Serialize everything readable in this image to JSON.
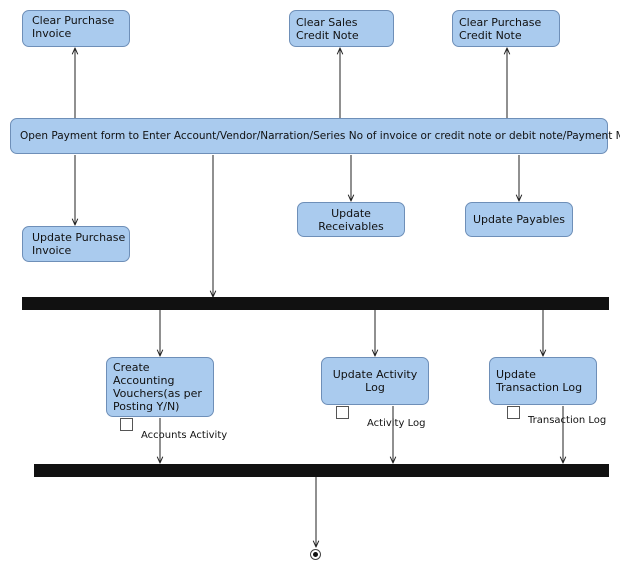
{
  "diagram": {
    "nodes": {
      "clear_purchase_invoice": "Clear Purchase Invoice",
      "clear_sales_credit_note": "Clear Sales Credit Note",
      "clear_purchase_credit_note": "Clear Purchase Credit Note",
      "open_payment_form": "Open Payment form to Enter Account/Vendor/Narration/Series No of invoice or credit note or debit note/Payment Mode",
      "update_purchase_invoice": "Update Purchase Invoice",
      "update_receivables": "Update Receivables",
      "update_payables": "Update Payables",
      "create_accounting_vouchers": "Create Accounting Vouchers(as per Posting Y/N)",
      "update_activity_log": "Update Activity Log",
      "update_transaction_log": "Update Transaction Log"
    },
    "notes": {
      "accounts_activity": "Accounts Activity",
      "activity_log": "Activity Log",
      "transaction_log": "Transaction Log"
    },
    "colors": {
      "node_fill": "#aacbee",
      "node_border": "#6e8fb8",
      "bar": "#111111"
    }
  }
}
